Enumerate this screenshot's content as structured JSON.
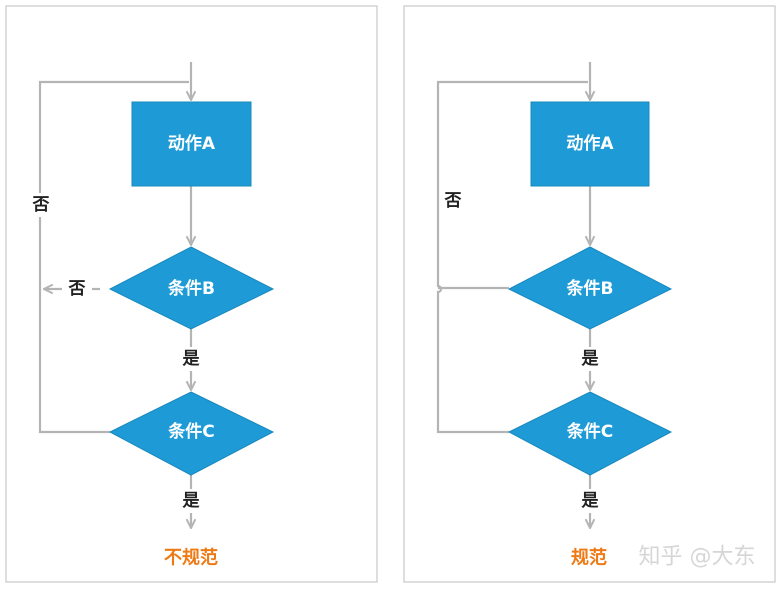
{
  "colors": {
    "node_fill": "#1e9bd7",
    "connector": "#b4b4b4",
    "caption": "#ee7a16",
    "edge_label": "#222222"
  },
  "left": {
    "action": "动作A",
    "cond_b": "条件B",
    "cond_c": "条件C",
    "no_outer": "否",
    "no_b": "否",
    "yes_b": "是",
    "yes_c": "是",
    "caption": "不规范"
  },
  "right": {
    "action": "动作A",
    "cond_b": "条件B",
    "cond_c": "条件C",
    "no_outer": "否",
    "yes_b": "是",
    "yes_c": "是",
    "caption": "规范"
  },
  "watermark": "知乎 @大东"
}
